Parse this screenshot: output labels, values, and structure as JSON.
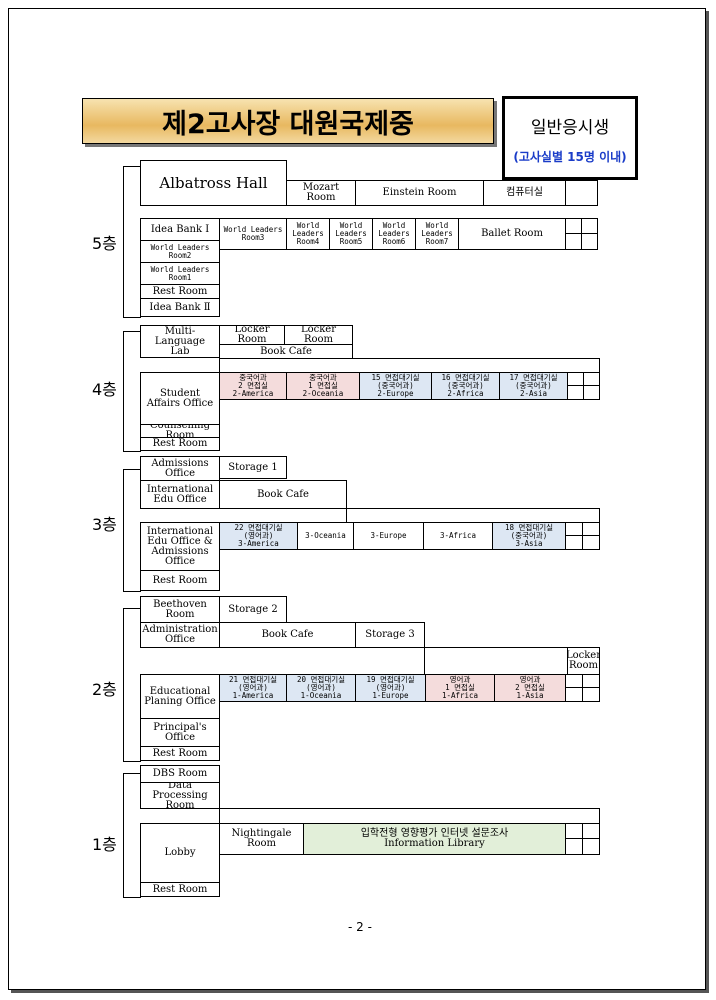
{
  "title": "제2고사장 대원국제중",
  "side": {
    "line1": "일반응시생",
    "line2": "(고사실별 15명 이내)"
  },
  "footer": "- 2 -",
  "floors": {
    "f5": {
      "label": "5층",
      "rooms": {
        "albatross": "Albatross Hall",
        "mozart": "Mozart\nRoom",
        "einstein": "Einstein Room",
        "computer": "컴퓨터실",
        "ideabank1": "Idea Bank Ⅰ",
        "wl3": "World Leaders\nRoom3",
        "wl4": "World\nLeaders\nRoom4",
        "wl5": "World\nLeaders\nRoom5",
        "wl6": "World\nLeaders\nRoom6",
        "wl7": "World\nLeaders\nRoom7",
        "ballet": "Ballet Room",
        "wl2": "World Leaders\nRoom2",
        "wl1": "World Leaders\nRoom1",
        "rest": "Rest Room",
        "ideabank2": "Idea Bank Ⅱ"
      }
    },
    "f4": {
      "label": "4층",
      "rooms": {
        "mll": "Multi-Language\nLab",
        "locker1": "Locker Room",
        "locker2": "Locker Room",
        "bookcafe": "Book Cafe",
        "student": "Student\nAffairs Office",
        "r1": "중국어과\n2 면접실\n2-America",
        "r2": "중국어과\n1 면접실\n2-Oceania",
        "r3": "15 면접대기실\n(중국어과)\n2-Europe",
        "r4": "16 면접대기실\n(중국어과)\n2-Africa",
        "r5": "17 면접대기실\n(중국어과)\n2-Asia",
        "counsel": "Counselling Room",
        "rest": "Rest Room"
      }
    },
    "f3": {
      "label": "3층",
      "rooms": {
        "admissions": "Admissions\nOffice",
        "storage1": "Storage 1",
        "intl": "International\nEdu Office",
        "bookcafe": "Book Cafe",
        "r1": "22 면접대기실\n(영어과)\n3-America",
        "r2": "3-Oceania",
        "r3": "3-Europe",
        "r4": "3-Africa",
        "r5": "18 면접대기실\n(중국어과)\n3-Asia",
        "intladm": "International\nEdu Office &\nAdmissions\nOffice",
        "rest": "Rest Room"
      }
    },
    "f2": {
      "label": "2층",
      "rooms": {
        "beethoven": "Beethoven\nRoom",
        "storage2": "Storage 2",
        "admin": "Administration\nOffice",
        "bookcafe": "Book Cafe",
        "storage3": "Storage 3",
        "locker": "Locker\nRoom",
        "r1": "21 면접대기실\n(영어과)\n1-America",
        "r2": "20 면접대기실\n(영어과)\n1-Oceania",
        "r3": "19 면접대기실\n(영어과)\n1-Europe",
        "r4": "영어과\n1 면접실\n1-Africa",
        "r5": "영어과\n2 면접실\n1-Asia",
        "edu": "Educational\nPlaning Office",
        "principal": "Principal's\nOffice",
        "rest": "Rest Room"
      }
    },
    "f1": {
      "label": "1층",
      "rooms": {
        "dbs": "DBS Room",
        "dpr": "Data Processing\nRoom",
        "lobby": "Lobby",
        "nightingale": "Nightingale\nRoom",
        "library": "입학전형 영향평가 인터넷 설문조사\nInformation Library",
        "rest": "Rest Room"
      }
    }
  }
}
